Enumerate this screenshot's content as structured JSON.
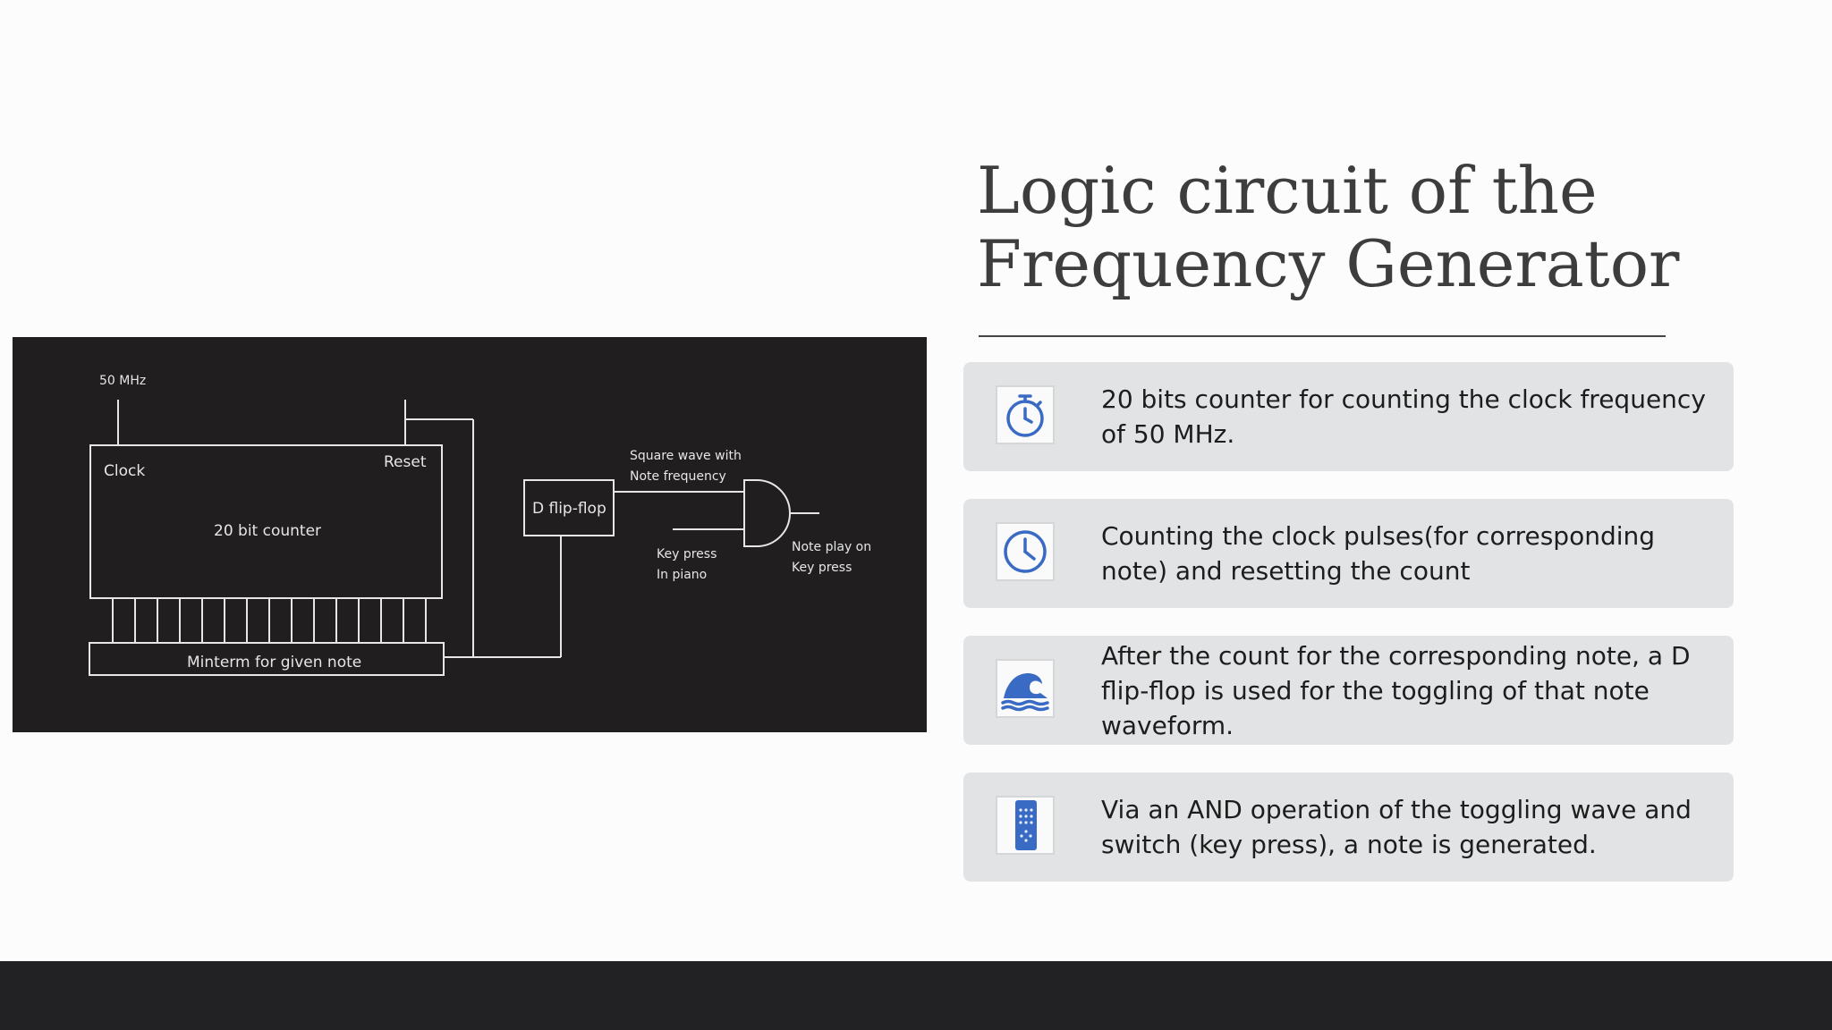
{
  "slide": {
    "title_line1": "Logic circuit of the",
    "title_line2": "Frequency Generator",
    "colors": {
      "card_bg": "#e1e3e5",
      "icon_blue": "#3a6bc4",
      "footer": "#222123",
      "diagram_bg": "#211e1f"
    }
  },
  "diagram": {
    "freq": "50 MHz",
    "clock": "Clock",
    "reset": "Reset",
    "counter": "20 bit counter",
    "minterm": "Minterm for given note",
    "dff": "D flip-flop",
    "square1": "Square wave with",
    "square2": "Note frequency",
    "key1": "Key press",
    "key2": "In piano",
    "note1": "Note play on",
    "note2": "Key press"
  },
  "cards": [
    {
      "icon": "stopwatch-icon",
      "text": "20 bits counter for counting the clock frequency of 50 MHz."
    },
    {
      "icon": "clock-icon",
      "text": "Counting the clock pulses(for corresponding note) and resetting the count"
    },
    {
      "icon": "wave-icon",
      "text": "After the count for the corresponding note, a D flip-flop is used for the toggling of that note waveform."
    },
    {
      "icon": "remote-icon",
      "text": "Via an AND operation of the toggling wave and switch (key press), a note is generated."
    }
  ]
}
